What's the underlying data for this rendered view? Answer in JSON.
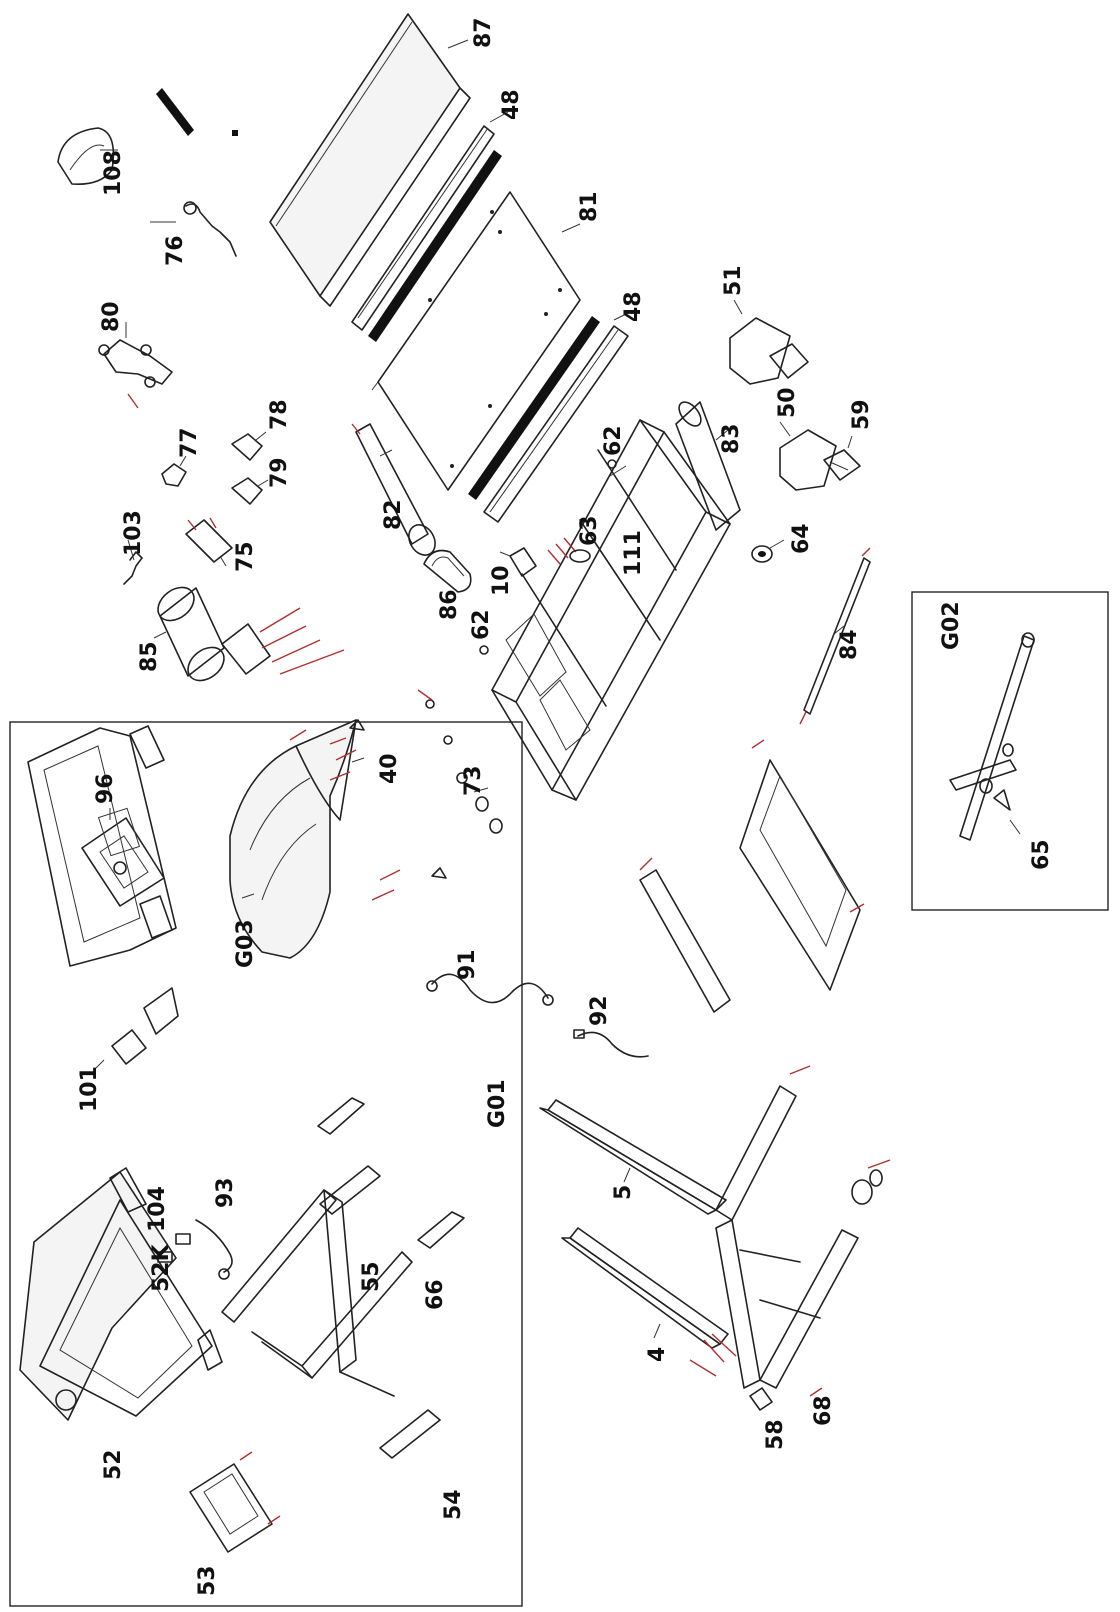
{
  "groups": {
    "g01": "G01",
    "g02": "G02",
    "g03": "G03"
  },
  "labels": {
    "p87": "87",
    "p48a": "48",
    "p108": "108",
    "p76": "76",
    "p81": "81",
    "p80": "80",
    "p48b": "48",
    "p51": "51",
    "p77": "77",
    "p78": "78",
    "p79": "79",
    "p50": "50",
    "p59": "59",
    "p83": "83",
    "p62a": "62",
    "p103": "103",
    "p75": "75",
    "p82": "82",
    "p63": "63",
    "p111": "111",
    "p64": "64",
    "p10": "10",
    "p86": "86",
    "p85": "85",
    "p62b": "62",
    "p96": "96",
    "p40": "40",
    "p73": "73",
    "p84": "84",
    "p65": "65",
    "p91": "91",
    "p92": "92",
    "p101": "101",
    "p93": "93",
    "p104": "104",
    "p52k": "52K",
    "p5": "5",
    "p55": "55",
    "p66": "66",
    "p4": "4",
    "p58": "58",
    "p68": "68",
    "p52": "52",
    "p53": "53",
    "p54": "54"
  }
}
